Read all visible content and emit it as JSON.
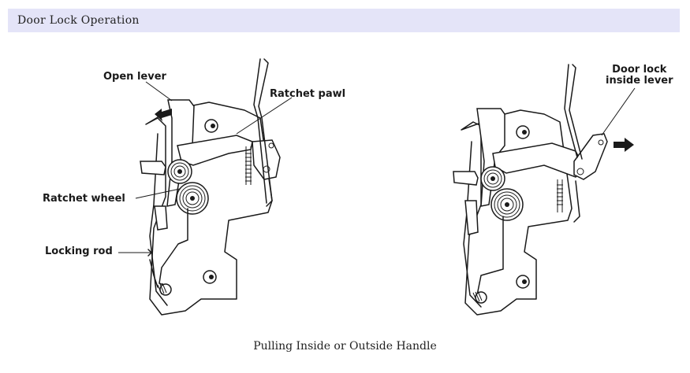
{
  "header": {
    "title": "Door Lock Operation",
    "background": "#e4e4f8"
  },
  "figures": [
    {
      "id": "left",
      "labels": {
        "open_lever": "Open lever",
        "ratchet_pawl": "Ratchet pawl",
        "ratchet_wheel": "Ratchet wheel",
        "locking_rod": "Locking rod"
      },
      "arrow_direction": "up-left"
    },
    {
      "id": "right",
      "labels": {
        "door_lock_inside_lever_line1": "Door lock",
        "door_lock_inside_lever_line2": "inside lever"
      },
      "arrow_direction": "right"
    }
  ],
  "caption": "Pulling Inside or Outside Handle"
}
